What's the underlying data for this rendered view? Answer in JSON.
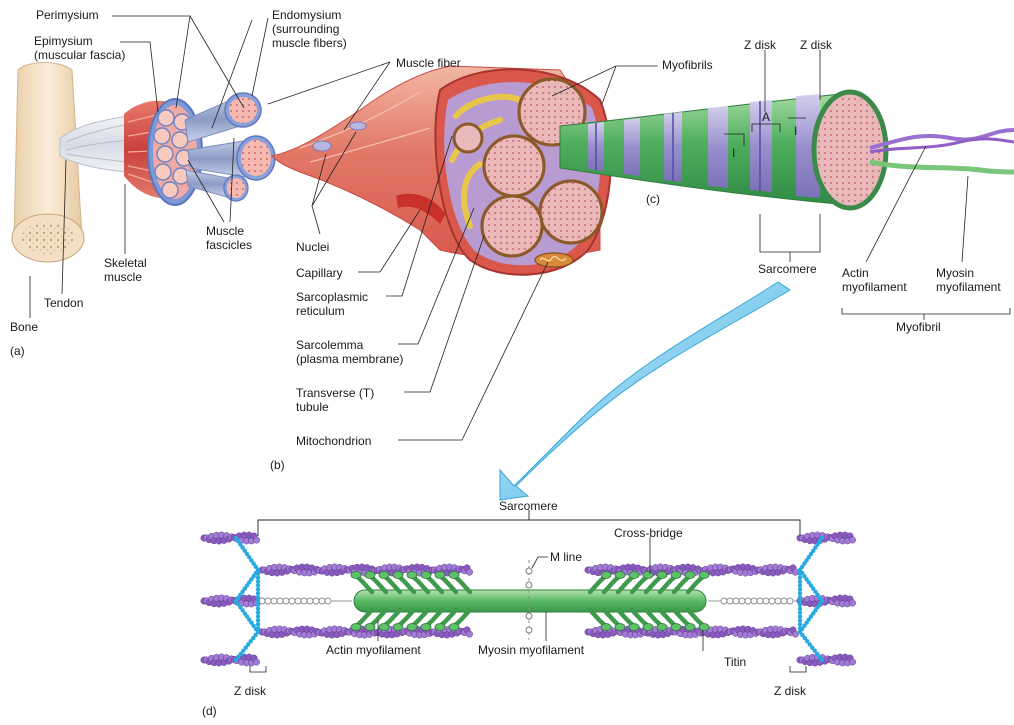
{
  "panel_labels": {
    "a": "(a)",
    "b": "(b)",
    "c": "(c)",
    "d": "(d)"
  },
  "labels": {
    "perimysium": "Perimysium",
    "epimysium": "Epimysium\n(muscular fascia)",
    "endomysium": "Endomysium\n(surrounding\nmuscle fibers)",
    "muscle_fiber": "Muscle fiber",
    "myofibrils": "Myofibrils",
    "z_disk_left": "Z disk",
    "z_disk_right": "Z disk",
    "band_i_left": "I",
    "band_a": "A",
    "band_i_right": "I",
    "tendon": "Tendon",
    "skeletal_muscle": "Skeletal\nmuscle",
    "muscle_fascicles": "Muscle\nfascicles",
    "bone": "Bone",
    "nuclei": "Nuclei",
    "capillary": "Capillary",
    "sarcoplasmic_reticulum": "Sarcoplasmic\nreticulum",
    "sarcolemma": "Sarcolemma\n(plasma membrane)",
    "transverse_tubule": "Transverse (T)\ntubule",
    "mitochondrion": "Mitochondrion",
    "sarcomere_c": "Sarcomere",
    "actin_myofilament_c": "Actin\nmyofilament",
    "myosin_myofilament_c": "Myosin\nmyofilament",
    "myofibril": "Myofibril"
  },
  "panel_d": {
    "sarcomere": "Sarcomere",
    "cross_bridge": "Cross-bridge",
    "m_line": "M line",
    "actin_myofilament": "Actin myofilament",
    "myosin_myofilament": "Myosin myofilament",
    "titin": "Titin",
    "z_disk_left": "Z disk",
    "z_disk_right": "Z disk"
  },
  "colors": {
    "muscle_red": "#d9534a",
    "muscle_pink": "#f0a08f",
    "fascicle_blue": "#8fa6d6",
    "sheath_blue": "#6d8fd0",
    "myofibril_green": "#5cba6a",
    "band_purple": "#a898d8",
    "actin_purple": "#8a5bbf",
    "myosin_green": "#5fbf6a",
    "z_disk_cyan": "#27a9e1",
    "arrow_blue": "#5bc0eb",
    "sr_yellow": "#e8c64a",
    "bone": "#f3dfc4"
  }
}
